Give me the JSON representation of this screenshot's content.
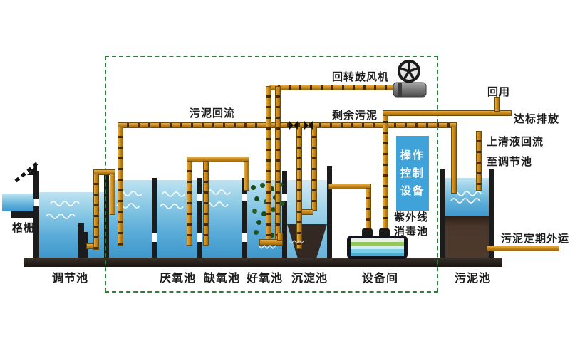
{
  "labels": {
    "grid": "格栅",
    "tanks": [
      "调节池",
      "厌氧池",
      "缺氧池",
      "好氧池",
      "沉淀池",
      "设备间",
      "污泥池"
    ],
    "sludge_return": "污泥回流",
    "excess_sludge": "剩余污泥",
    "blower": "回转鼓风机",
    "reuse": "回用",
    "discharge": "达标排放",
    "supernatant_return": "上清液回流",
    "to_regulating_tank": "至调节池",
    "sludge_removal": "污泥定期外运"
  },
  "equipment": {
    "control_box_lines": [
      "操作",
      "控制",
      "设备"
    ],
    "uv_label_lines": [
      "紫外线",
      "消毒池"
    ]
  },
  "colors": {
    "pipe_orange": "#c9861b",
    "water_blue_top": "#bfe3f1",
    "water_blue_bottom": "#3e97cc",
    "sludge_brown": "#4a372b",
    "control_box_blue": "#3fa2d8",
    "boundary_green": "#2e7d3b",
    "structure_dark": "#1c1c1c"
  }
}
